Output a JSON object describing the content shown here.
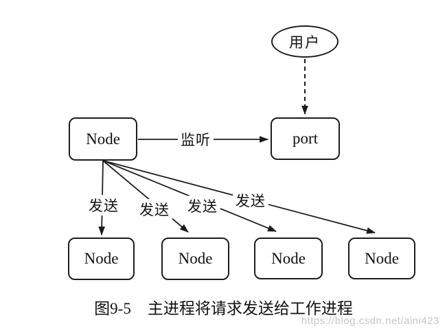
{
  "diagram": {
    "user": {
      "label": "用户"
    },
    "port": {
      "label": "port"
    },
    "main_node": {
      "label": "Node"
    },
    "listen_label": "监听",
    "send_labels": [
      "发送",
      "发送",
      "发送",
      "发送"
    ],
    "worker_nodes": [
      {
        "label": "Node"
      },
      {
        "label": "Node"
      },
      {
        "label": "Node"
      },
      {
        "label": "Node"
      }
    ]
  },
  "caption": {
    "figure_label": "图9-5",
    "figure_title": "主进程将请求发送给工作进程"
  },
  "watermark": {
    "text": "https://blog.csdn.net/aini423"
  },
  "colors": {
    "stroke": "#1c1c1c",
    "background": "#ffffff",
    "watermark_text": "#c6c6c6"
  }
}
